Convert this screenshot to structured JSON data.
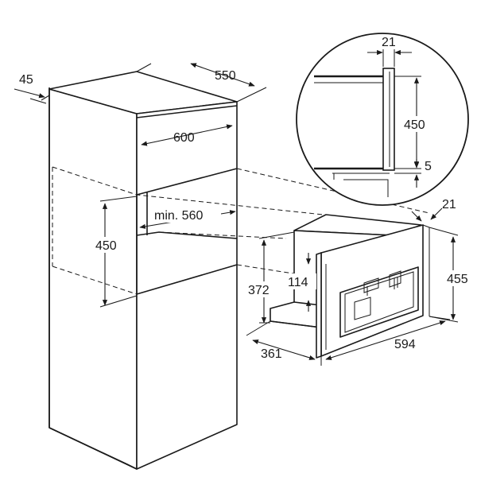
{
  "cabinet": {
    "depth_label": "45",
    "width_label": "550",
    "outer_width_label": "600",
    "niche_height_label": "450",
    "niche_width_label": "min. 560"
  },
  "detail": {
    "gap_label": "21",
    "height_label": "450",
    "bottom_label": "5"
  },
  "appliance": {
    "depth_label": "21",
    "height_label": "455",
    "width_label": "594",
    "body_height_label": "372",
    "top_offset_label": "114",
    "body_depth_label": "361"
  }
}
